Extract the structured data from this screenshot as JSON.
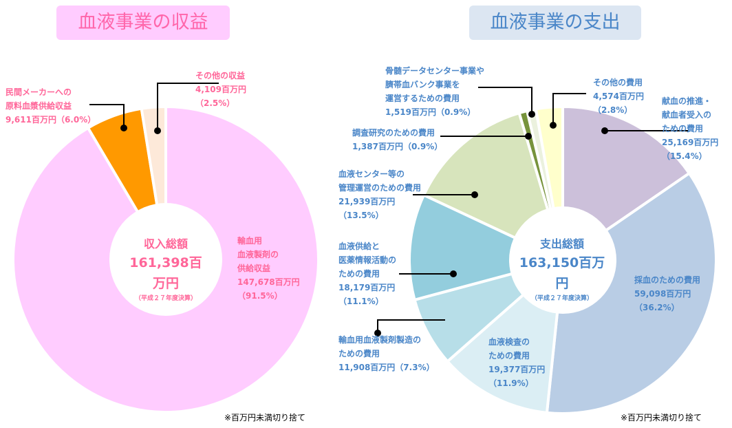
{
  "chart_data": [
    {
      "type": "pie",
      "title": "血液事業の収益",
      "center": {
        "heading": "収入総額",
        "total": "161,398百万円",
        "sub": "（平成２７年度決算）"
      },
      "slices": [
        {
          "label": "輸血用\n血液製剤の\n供給収益",
          "value": 147678,
          "value_text": "147,678百万円",
          "percent": 91.5,
          "percent_text": "（91.5%）",
          "color": "#ffccff"
        },
        {
          "label": "民間メーカーへの\n原料血漿供給収益",
          "value": 9611,
          "value_text": "9,611百万円（6.0%）",
          "percent": 6.0,
          "color": "#ff9900"
        },
        {
          "label": "その他の収益",
          "value": 4109,
          "value_text": "4,109百万円",
          "percent": 2.5,
          "percent_text": "（2.5%）",
          "color": "#fde9d9"
        }
      ],
      "note": "※百万円未満切り捨て"
    },
    {
      "type": "pie",
      "title": "血液事業の支出",
      "center": {
        "heading": "支出総額",
        "total": "163,150百万円",
        "sub": "（平成２７年度決算）"
      },
      "slices": [
        {
          "label": "献血の推進・\n献血者受入の\nための費用",
          "value_text": "25,169百万円",
          "percent_text": "（15.4%）",
          "value": 25169,
          "percent": 15.4,
          "color": "#ccc0da"
        },
        {
          "label": "採血のための費用",
          "value_text": "59,098百万円",
          "percent_text": "（36.2%）",
          "value": 59098,
          "percent": 36.2,
          "color": "#b9cde5"
        },
        {
          "label": "血液検査の\nための費用",
          "value_text": "19,377百万円",
          "percent_text": "（11.9%）",
          "value": 19377,
          "percent": 11.9,
          "color": "#dbeef4"
        },
        {
          "label": "輸血用血液製剤製造の\nための費用",
          "value_text": "11,908百万円（7.3%）",
          "value": 11908,
          "percent": 7.3,
          "color": "#b7dee8"
        },
        {
          "label": "血液供給と\n医薬情報活動の\nための費用",
          "value_text": "18,179百万円",
          "percent_text": "（11.1%）",
          "value": 18179,
          "percent": 11.1,
          "color": "#93cddd"
        },
        {
          "label": "血液センター等の\n管理運営のための費用",
          "value_text": "21,939百万円",
          "percent_text": "（13.5%）",
          "value": 21939,
          "percent": 13.5,
          "color": "#d7e4bc"
        },
        {
          "label": "調査研究のための費用",
          "value_text": "1,387百万円（0.9%）",
          "value": 1387,
          "percent": 0.9,
          "color": "#77933c"
        },
        {
          "label": "骨髄データセンター事業や\n臍帯血バンク事業を\n運営するための費用",
          "value_text": "1,519百万円（0.9%）",
          "value": 1519,
          "percent": 0.9,
          "color": "#ebf1de"
        },
        {
          "label": "その他の費用",
          "value_text": "4,574百万円",
          "percent_text": "（2.8%）",
          "value": 4574,
          "percent": 2.8,
          "color": "#ffffcc"
        }
      ],
      "note": "※百万円未満切り捨て"
    }
  ]
}
